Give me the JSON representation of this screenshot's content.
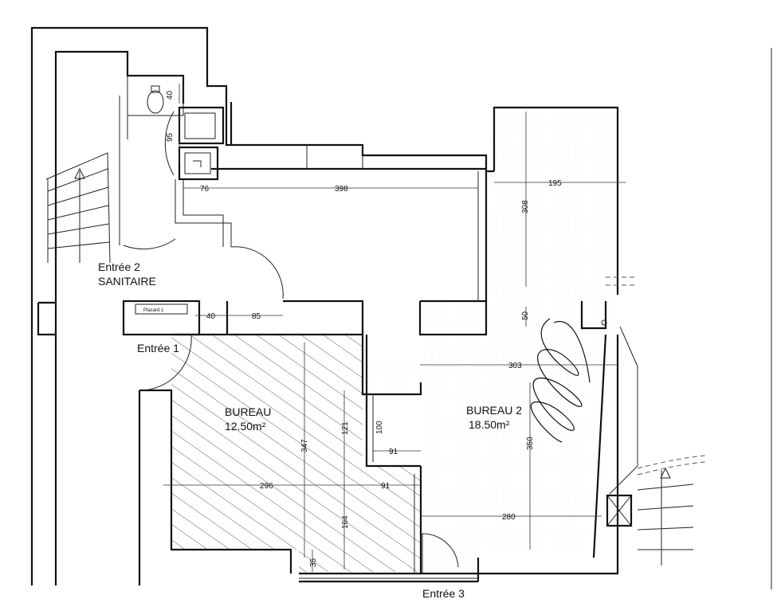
{
  "rooms": {
    "entree2": {
      "name": "Entrée 2",
      "sub": "SANITAIRE"
    },
    "entree1": {
      "name": "Entrée 1"
    },
    "entree3": {
      "name": "Entrée 3"
    },
    "bureau": {
      "name": "BUREAU",
      "area": "12.50m²"
    },
    "bureau2": {
      "name": "BUREAU 2",
      "area": "18.50m²"
    },
    "placard": {
      "name": "Placard 1"
    }
  },
  "dimensions": {
    "d40_top": "40",
    "d95": "95",
    "d76": "76",
    "d398": "398",
    "d195": "195",
    "d308": "308",
    "d40_mid": "40",
    "d85": "85",
    "d50": "50",
    "d303": "303",
    "d347": "347",
    "d121": "121",
    "d100": "100",
    "d91_a": "91",
    "d350": "350",
    "d296": "296",
    "d91_b": "91",
    "d164": "164",
    "d280": "280",
    "d35": "35"
  }
}
